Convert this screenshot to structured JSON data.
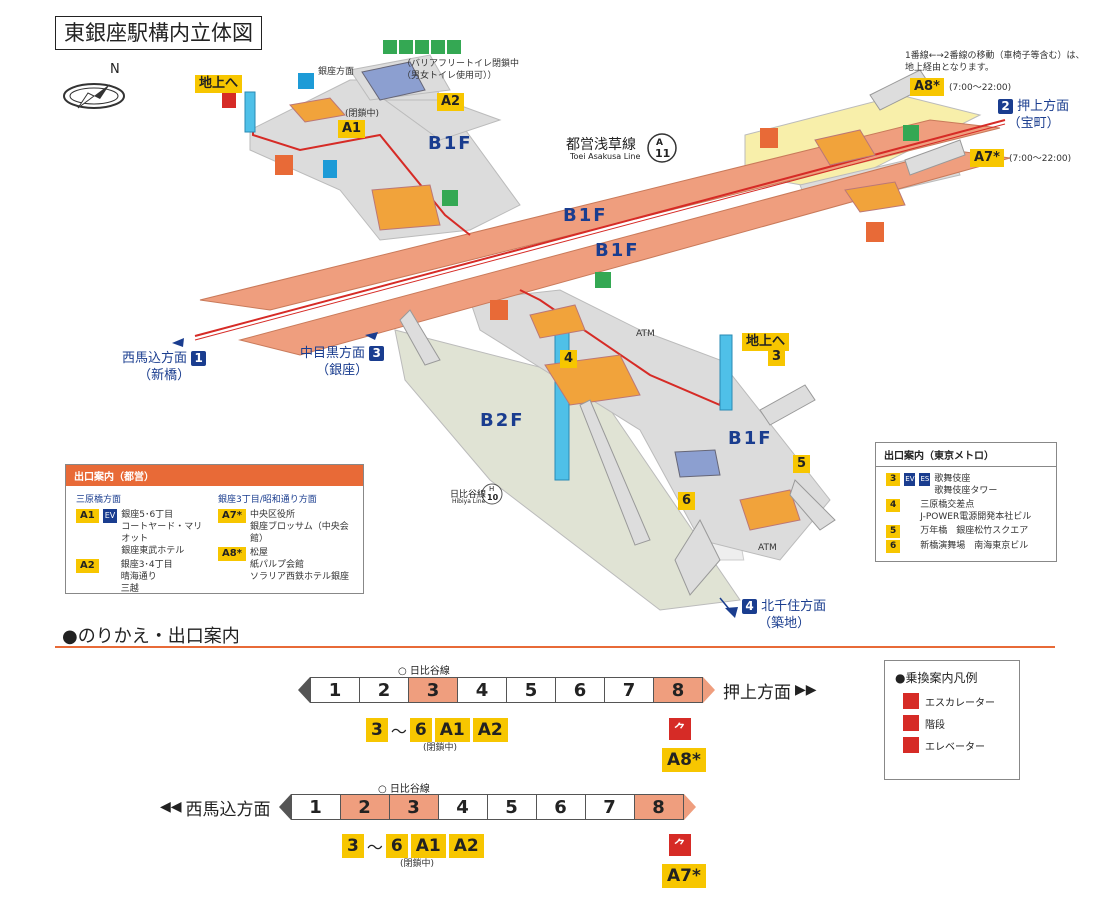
{
  "title": "東銀座駅構内立体図",
  "compass": "N",
  "line": {
    "name": "都営浅草線",
    "name_en": "Toei Asakusa Line",
    "code": "A",
    "num": "11"
  },
  "hibiya": {
    "name": "日比谷線",
    "name_en": "Hibiya Line",
    "code": "H",
    "num": "10"
  },
  "floors": {
    "b1f_a": "B1F",
    "b1f_b": "B1F",
    "b1f_c": "B1F",
    "b1f_d": "B1F",
    "b2f": "B2F"
  },
  "toilet_note": [
    "（バリアフリートイレ閉鎖中",
    "（男女トイレ使用可））"
  ],
  "transfer_note": [
    "1番線←→2番線の移動（車椅子等含む）は、",
    "地上経由となります。"
  ],
  "map_labels": {
    "ginza_houmen": "銀座方面",
    "heisa": "(閉鎖中)",
    "chijou_e_1": "地上へ",
    "chijou_e_2": "地上へ",
    "atm1": "ATM",
    "atm2": "ATM"
  },
  "exits": {
    "A1": "A1",
    "A2": "A2",
    "A8": "A8*",
    "A8_time": "(7:00～22:00)",
    "A7": "A7*",
    "A7_time": "(7:00～22:00)",
    "e3": "3",
    "e4": "4",
    "e5": "5",
    "e6": "6"
  },
  "directions": {
    "oshiage": {
      "num": "2",
      "name": "押上方面",
      "sub": "（宝町）"
    },
    "nishimagome": {
      "num": "1",
      "name": "西馬込方面",
      "sub": "（新橋）"
    },
    "nakameguro": {
      "num": "3",
      "name": "中目黒方面",
      "sub": "（銀座）"
    },
    "kitasenju": {
      "num": "4",
      "name": "北千住方面",
      "sub": "（築地）"
    }
  },
  "toei_legend": {
    "head": "出口案内（都営）",
    "col1_title": "三原橋方面",
    "col1": [
      {
        "badge": "A1",
        "ev": "EV",
        "lines": [
          "銀座5･6丁目",
          "コートヤード・マリオット",
          "銀座東武ホテル"
        ]
      },
      {
        "badge": "A2",
        "lines": [
          "銀座3･4丁目",
          "晴海通り",
          "三越"
        ]
      }
    ],
    "col2_title": "銀座3丁目/昭和通り方面",
    "col2": [
      {
        "badge": "A7*",
        "lines": [
          "中央区役所",
          "銀座ブロッサム（中央会館）"
        ]
      },
      {
        "badge": "A8*",
        "lines": [
          "松屋",
          "紙パルプ会館",
          "ソラリア西鉄ホテル銀座"
        ]
      }
    ]
  },
  "metro_legend": {
    "head": "出口案内（東京メトロ）",
    "rows": [
      {
        "badge": "3",
        "ev": "EV",
        "es": "ES",
        "lines": [
          "歌舞伎座",
          "歌舞伎座タワー"
        ]
      },
      {
        "badge": "4",
        "lines": [
          "三原橋交差点",
          "J-POWER電源開発本社ビル"
        ]
      },
      {
        "badge": "5",
        "lines": [
          "万年橋　銀座松竹スクエア"
        ]
      },
      {
        "badge": "6",
        "lines": [
          "新橋演舞場　南海東京ビル"
        ]
      }
    ]
  },
  "section_title": "●のりかえ・出口案内",
  "train1": {
    "hibiya": "日比谷線",
    "cars": [
      "1",
      "2",
      "3",
      "4",
      "5",
      "6",
      "7",
      "8"
    ],
    "highlight": [
      3,
      8
    ],
    "direction": "押上方面",
    "dir_arrow": "▶▶",
    "exits_under_3": [
      "3",
      "～",
      "6",
      "A1",
      "A2"
    ],
    "heisa": "(閉鎖中)",
    "exit_under_8": "A8*"
  },
  "train2": {
    "hibiya": "日比谷線",
    "cars": [
      "1",
      "2",
      "3",
      "4",
      "5",
      "6",
      "7",
      "8"
    ],
    "highlight": [
      2,
      3,
      8
    ],
    "direction": "西馬込方面",
    "dir_arrow": "◀◀",
    "exits_under_3": [
      "3",
      "～",
      "6",
      "A1",
      "A2"
    ],
    "heisa": "(閉鎖中)",
    "exit_under_8": "A7*"
  },
  "transfer_legend": {
    "title": "●乗換案内凡例",
    "items": [
      {
        "icon": "escalator-icon",
        "label": "エスカレーター"
      },
      {
        "icon": "stairs-icon",
        "label": "階段"
      },
      {
        "icon": "elevator-icon",
        "label": "エレベーター"
      }
    ]
  },
  "colors": {
    "platform": "#ef9e7e",
    "line_red": "#d62b26",
    "exit_yellow": "#f7c600",
    "navy": "#1a3d8f",
    "concourse": "#d9d9d9",
    "b2f": "#e0e3d4"
  }
}
